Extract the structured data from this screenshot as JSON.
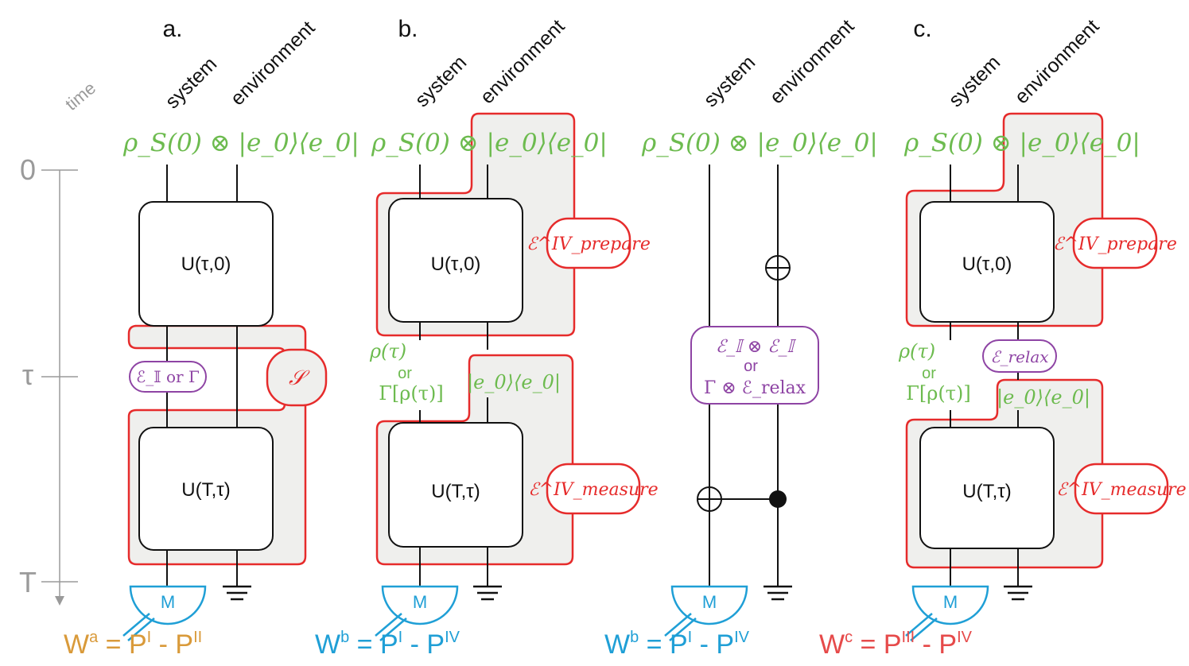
{
  "panels": {
    "a": {
      "label": "a."
    },
    "b": {
      "label": "b."
    },
    "c": {
      "label": "c."
    }
  },
  "columns": {
    "system": "system",
    "environment": "environment"
  },
  "time_axis": {
    "label": "time",
    "ticks": [
      {
        "label": "0"
      },
      {
        "label": "τ"
      },
      {
        "label": "T"
      }
    ]
  },
  "initial_state": "ρ_S(0) ⊗ |e_0⟩⟨e_0|",
  "env_reset_state": "|e_0⟩⟨e_0|",
  "gates": {
    "u_first": "U(τ,0)",
    "u_second": "U(T,τ)",
    "measure": "M"
  },
  "labels": {
    "intervention_a": "ℰ_𝕀 or Γ",
    "superchannel": "𝒮",
    "rho_tau": "ρ(τ)",
    "or": "or",
    "gamma_rho": "Γ[ρ(τ)]",
    "prepare": "ℰ^IV_prepare",
    "measure_channel": "ℰ^IV_measure",
    "mid_line1": "ℰ_𝕀 ⊗ ℰ_𝕀",
    "mid_line3": "Γ ⊗ ℰ_relax",
    "relax": "ℰ_relax"
  },
  "witnesses": {
    "a": {
      "main": "W",
      "sup": "a",
      "rest": " = P",
      "sup1": "I",
      "minus": " - P",
      "sup2": "II"
    },
    "b": {
      "main": "W",
      "sup": "b",
      "rest": " = P",
      "sup1": "I",
      "minus": " - P",
      "sup2": "IV"
    },
    "mid": {
      "main": "W",
      "sup": "b",
      "rest": " = P",
      "sup1": "I",
      "minus": " - P",
      "sup2": "IV"
    },
    "c": {
      "main": "W",
      "sup": "c",
      "rest": " = P",
      "sup1": "III",
      "minus": " - P",
      "sup2": "IV"
    }
  },
  "colors": {
    "green": "#6dbb4f",
    "red": "#e62b2b",
    "purple": "#8e44a4",
    "blue": "#1f9fd6",
    "orange": "#d99a3a",
    "gray": "#9a9a9a",
    "box_fill": "#efefed"
  }
}
